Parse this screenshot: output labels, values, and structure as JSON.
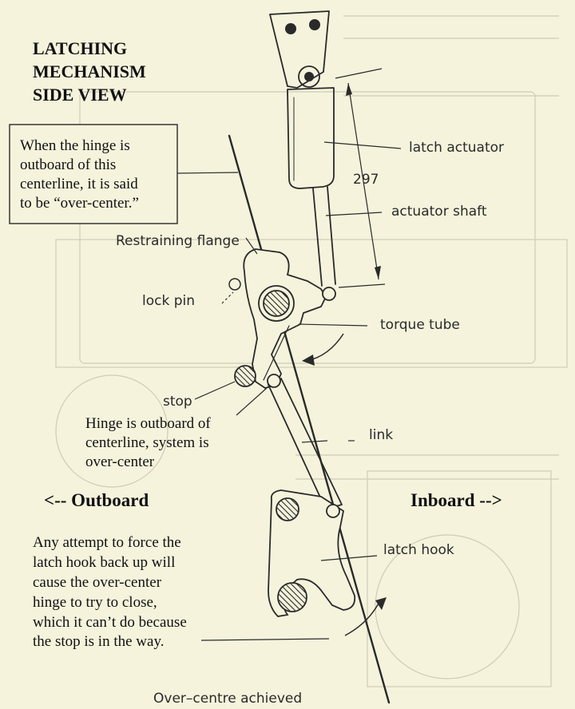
{
  "title": {
    "line1": "LATCHING",
    "line2": "MECHANISM",
    "line3": "SIDE VIEW"
  },
  "centerline_note": {
    "line1": "When the hinge is",
    "line2": "outboard of this",
    "line3": "centerline, it is said",
    "line4": "to be “over-center.”"
  },
  "labels": {
    "latch_actuator": "latch actuator",
    "dimension_297": "297",
    "actuator_shaft": "actuator shaft",
    "restraining_flange": "Restraining flange",
    "lock_pin": "lock pin",
    "torque_tube": "torque tube",
    "stop": "stop",
    "link": "link",
    "latch_hook": "latch hook",
    "over_centre_achieved": "Over–centre achieved"
  },
  "hinge_note": {
    "line1": "Hinge is outboard of",
    "line2": "centerline, system is",
    "line3": "over-center"
  },
  "directions": {
    "outboard": "<-- Outboard",
    "inboard": "Inboard -->"
  },
  "bottom_note": {
    "line1": "Any attempt to force the",
    "line2": "latch hook back up will",
    "line3": "cause the over-center",
    "line4": "hinge to try to close,",
    "line5": "which it can’t do because",
    "line6": "the stop is in the way."
  },
  "colors": {
    "background": "#f5f3dc",
    "ink": "#2a2a2a"
  }
}
